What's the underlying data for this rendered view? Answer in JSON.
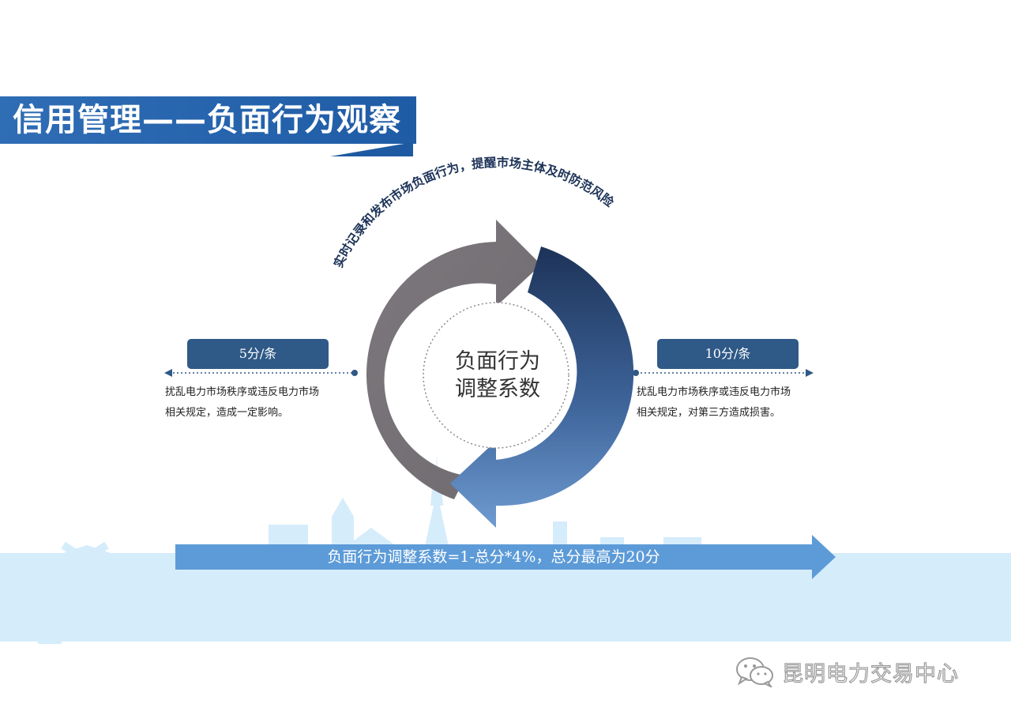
{
  "slide": {
    "title": "信用管理——负面行为观察",
    "arc_caption": "实时记录和发布市场负面行为，提醒市场主体及时防范风险",
    "center_label_line1": "负面行为",
    "center_label_line2": "调整系数",
    "left": {
      "badge": "5分/条",
      "desc_line1": "扰乱电力市场秩序或违反电力市场",
      "desc_line2": "相关规定，造成一定影响。"
    },
    "right": {
      "badge": "10分/条",
      "desc_line1": "扰乱电力市场秩序或违反电力市场",
      "desc_line2": "相关规定，对第三方造成损害。"
    },
    "formula": "负面行为调整系数=1-总分*4%，总分最高为20分"
  },
  "watermark": {
    "text": "昆明电力交易中心",
    "icon": "wechat-icon"
  },
  "colors": {
    "title_blue": "#2f6db5",
    "badge_navy": "#2f5987",
    "arrow_gray": "#77737a",
    "arrow_blue_dark": "#1d3358",
    "arrow_blue_light": "#5b8cc7",
    "formula_blue": "#5d9bd8",
    "skyline": "#d3ebfb"
  }
}
